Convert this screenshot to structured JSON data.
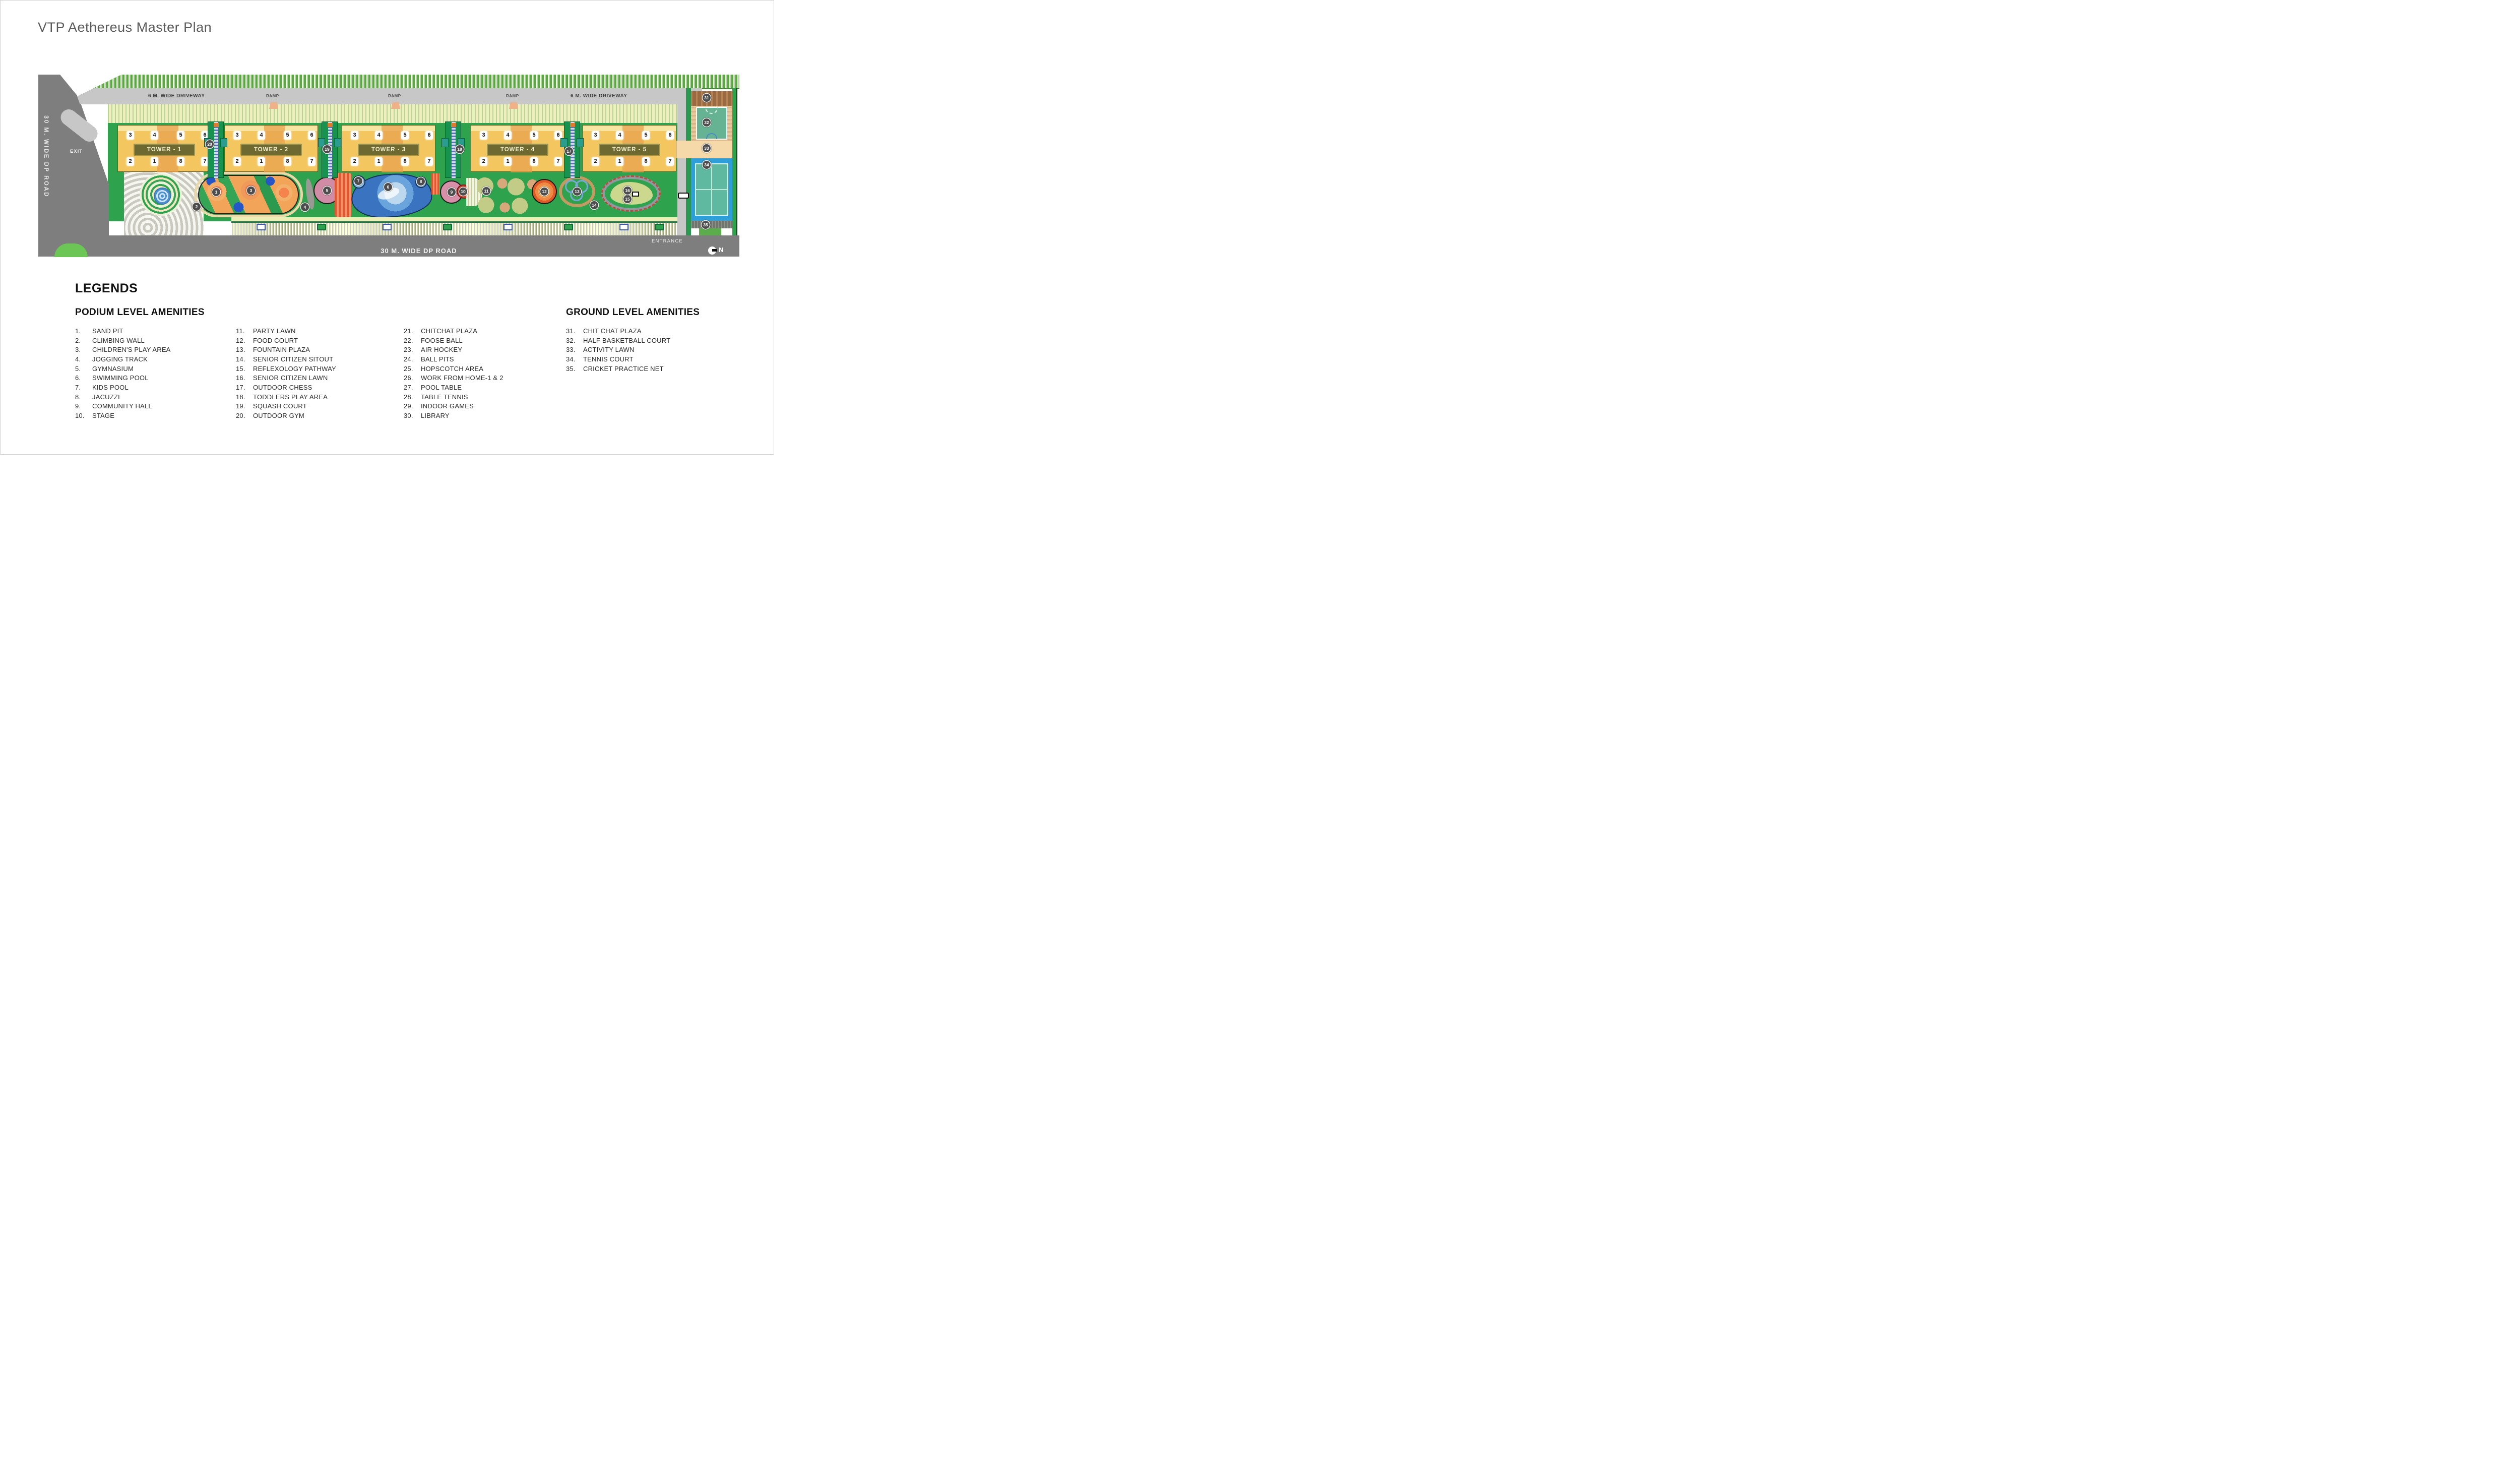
{
  "title": "VTP Aethereus Master Plan",
  "map": {
    "left_road_label": "30 M. WIDE DP ROAD",
    "bottom_road_label": "30 M. WIDE DP ROAD",
    "exit_label": "EXIT",
    "entrance_label": "ENTRANCE",
    "north_label": "N",
    "driveway_label_left": "6 M. WIDE DRIVEWAY",
    "driveway_label_right": "6 M. WIDE DRIVEWAY",
    "ramp_labels": [
      "RAMP",
      "RAMP",
      "RAMP"
    ],
    "towers": [
      {
        "name": "TOWER - 1",
        "top_units": [
          "3",
          "4",
          "5",
          "6"
        ],
        "bottom_units": [
          "2",
          "1",
          "8",
          "7"
        ]
      },
      {
        "name": "TOWER - 2",
        "top_units": [
          "3",
          "4",
          "5",
          "6"
        ],
        "bottom_units": [
          "2",
          "1",
          "8",
          "7"
        ]
      },
      {
        "name": "TOWER - 3",
        "top_units": [
          "3",
          "4",
          "5",
          "6"
        ],
        "bottom_units": [
          "2",
          "1",
          "8",
          "7"
        ]
      },
      {
        "name": "TOWER - 4",
        "top_units": [
          "3",
          "4",
          "5",
          "6"
        ],
        "bottom_units": [
          "2",
          "1",
          "8",
          "7"
        ]
      },
      {
        "name": "TOWER - 5",
        "top_units": [
          "3",
          "4",
          "5",
          "6"
        ],
        "bottom_units": [
          "2",
          "1",
          "8",
          "7"
        ]
      }
    ],
    "core_markers": [
      "20",
      "19",
      "18",
      "17"
    ],
    "podium_markers": [
      "1",
      "2",
      "3",
      "4",
      "5",
      "6",
      "7",
      "8",
      "9",
      "10",
      "11",
      "12",
      "13",
      "14",
      "15",
      "16"
    ],
    "ground_markers": [
      "31",
      "32",
      "33",
      "34",
      "35"
    ]
  },
  "legends": {
    "heading": "LEGENDS",
    "podium": {
      "heading": "PODIUM LEVEL AMENITIES",
      "items": [
        {
          "n": "1.",
          "label": "SAND PIT"
        },
        {
          "n": "2.",
          "label": "CLIMBING WALL"
        },
        {
          "n": "3.",
          "label": "CHILDREN'S PLAY AREA"
        },
        {
          "n": "4.",
          "label": "JOGGING TRACK"
        },
        {
          "n": "5.",
          "label": "GYMNASIUM"
        },
        {
          "n": "6.",
          "label": "SWIMMING POOL"
        },
        {
          "n": "7.",
          "label": "KIDS POOL"
        },
        {
          "n": "8.",
          "label": "JACUZZI"
        },
        {
          "n": "9.",
          "label": "COMMUNITY HALL"
        },
        {
          "n": "10.",
          "label": "STAGE"
        },
        {
          "n": "11.",
          "label": "PARTY LAWN"
        },
        {
          "n": "12.",
          "label": "FOOD COURT"
        },
        {
          "n": "13.",
          "label": "FOUNTAIN PLAZA"
        },
        {
          "n": "14.",
          "label": "SENIOR CITIZEN SITOUT"
        },
        {
          "n": "15.",
          "label": "REFLEXOLOGY PATHWAY"
        },
        {
          "n": "16.",
          "label": "SENIOR CITIZEN LAWN"
        },
        {
          "n": "17.",
          "label": "OUTDOOR CHESS"
        },
        {
          "n": "18.",
          "label": "TODDLERS PLAY AREA"
        },
        {
          "n": "19.",
          "label": "SQUASH COURT"
        },
        {
          "n": "20.",
          "label": "OUTDOOR GYM"
        },
        {
          "n": "21.",
          "label": "CHITCHAT PLAZA"
        },
        {
          "n": "22.",
          "label": "FOOSE BALL"
        },
        {
          "n": "23.",
          "label": "AIR HOCKEY"
        },
        {
          "n": "24.",
          "label": "BALL PITS"
        },
        {
          "n": "25.",
          "label": "HOPSCOTCH AREA"
        },
        {
          "n": "26.",
          "label": "WORK FROM HOME-1 & 2"
        },
        {
          "n": "27.",
          "label": "POOL TABLE"
        },
        {
          "n": "28.",
          "label": "TABLE TENNIS"
        },
        {
          "n": "29.",
          "label": "INDOOR GAMES"
        },
        {
          "n": "30.",
          "label": "LIBRARY"
        }
      ]
    },
    "ground": {
      "heading": "GROUND LEVEL AMENITIES",
      "items": [
        {
          "n": "31.",
          "label": "CHIT CHAT PLAZA"
        },
        {
          "n": "32.",
          "label": "HALF BASKETBALL COURT"
        },
        {
          "n": "33.",
          "label": "ACTIVITY LAWN"
        },
        {
          "n": "34.",
          "label": "TENNIS COURT"
        },
        {
          "n": "35.",
          "label": "CRICKET PRACTICE NET"
        }
      ]
    }
  },
  "colors": {
    "road": "#7e7e7e",
    "driveway": "#c7c7c7",
    "podium_green": "#2fa24d",
    "tower_yellow": "#f3c660",
    "tower_badge": "#6d6930",
    "pool_blue": "#3a74c0",
    "marker_badge": "#4d4d4d",
    "bush_green": "#6cc655"
  }
}
